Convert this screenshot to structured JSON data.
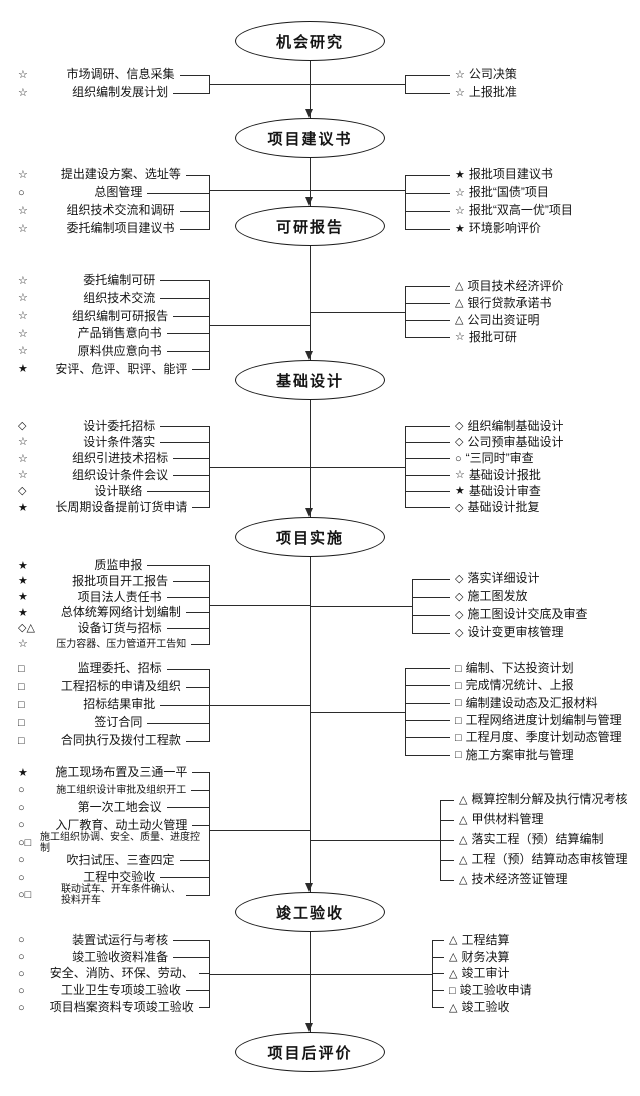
{
  "colors": {
    "line": "#2b2b2b",
    "text": "#141414",
    "background": "#ffffff"
  },
  "diagram": {
    "nodes": [
      {
        "label": "机会研究"
      },
      {
        "label": "项目建议书"
      },
      {
        "label": "可研报告"
      },
      {
        "label": "基础设计"
      },
      {
        "label": "项目实施"
      },
      {
        "label": "竣工验收"
      },
      {
        "label": "项目后评价"
      }
    ],
    "groups": {
      "s1l": {
        "items": [
          {
            "sym": "☆",
            "label": "市场调研、信息采集"
          },
          {
            "sym": "☆",
            "label": "组织编制发展计划"
          }
        ]
      },
      "s1r": {
        "items": [
          {
            "sym": "☆",
            "label": "公司决策"
          },
          {
            "sym": "☆",
            "label": "上报批准"
          }
        ]
      },
      "s2l": {
        "items": [
          {
            "sym": "☆",
            "label": "提出建设方案、选址等"
          },
          {
            "sym": "○",
            "label": "总图管理"
          },
          {
            "sym": "☆",
            "label": "组织技术交流和调研"
          },
          {
            "sym": "☆",
            "label": "委托编制项目建议书"
          }
        ]
      },
      "s2r": {
        "items": [
          {
            "sym": "★",
            "label": "报批项目建议书"
          },
          {
            "sym": "☆",
            "label": "报批“国债”项目"
          },
          {
            "sym": "☆",
            "label": "报批“双高一优”项目"
          },
          {
            "sym": "★",
            "label": "环境影响评价"
          }
        ]
      },
      "s3l": {
        "items": [
          {
            "sym": "☆",
            "label": "委托编制可研"
          },
          {
            "sym": "☆",
            "label": "组织技术交流"
          },
          {
            "sym": "☆",
            "label": "组织编制可研报告"
          },
          {
            "sym": "☆",
            "label": "产品销售意向书"
          },
          {
            "sym": "☆",
            "label": "原料供应意向书"
          },
          {
            "sym": "★",
            "label": "安评、危评、职评、能评"
          }
        ]
      },
      "s3r": {
        "items": [
          {
            "sym": "△",
            "label": "项目技术经济评价"
          },
          {
            "sym": "△",
            "label": "银行贷款承诺书"
          },
          {
            "sym": "△",
            "label": "公司出资证明"
          },
          {
            "sym": "☆",
            "label": "报批可研"
          }
        ]
      },
      "s4l": {
        "items": [
          {
            "sym": "◇",
            "label": "设计委托招标"
          },
          {
            "sym": "☆",
            "label": "设计条件落实"
          },
          {
            "sym": "☆",
            "label": "组织引进技术招标"
          },
          {
            "sym": "☆",
            "label": "组织设计条件会议"
          },
          {
            "sym": "◇",
            "label": "设计联络"
          },
          {
            "sym": "★",
            "label": "长周期设备提前订货申请"
          }
        ]
      },
      "s4r": {
        "items": [
          {
            "sym": "◇",
            "label": "组织编制基础设计"
          },
          {
            "sym": "◇",
            "label": "公司预审基础设计"
          },
          {
            "sym": "○",
            "label": "“三同时”审查"
          },
          {
            "sym": "☆",
            "label": "基础设计报批"
          },
          {
            "sym": "★",
            "label": "基础设计审查"
          },
          {
            "sym": "◇",
            "label": "基础设计批复"
          }
        ]
      },
      "s5l1": {
        "items": [
          {
            "sym": "★",
            "label": "质监申报"
          },
          {
            "sym": "★",
            "label": "报批项目开工报告"
          },
          {
            "sym": "★",
            "label": "项目法人责任书"
          },
          {
            "sym": "★",
            "label": "总体统筹网络计划编制"
          },
          {
            "sym": "◇△",
            "label": "设备订货与招标"
          },
          {
            "sym": "☆",
            "label": "压力容器、压力管道开工告知",
            "small": true
          }
        ]
      },
      "s5r1": {
        "items": [
          {
            "sym": "◇",
            "label": "落实详细设计"
          },
          {
            "sym": "◇",
            "label": "施工图发放"
          },
          {
            "sym": "◇",
            "label": "施工图设计交底及审查"
          },
          {
            "sym": "◇",
            "label": "设计变更审核管理"
          }
        ]
      },
      "s5l2": {
        "items": [
          {
            "sym": "□",
            "label": "监理委托、招标"
          },
          {
            "sym": "□",
            "label": "工程招标的申请及组织"
          },
          {
            "sym": "□",
            "label": "招标结果审批"
          },
          {
            "sym": "□",
            "label": "签订合同"
          },
          {
            "sym": "□",
            "label": "合同执行及拨付工程款"
          }
        ]
      },
      "s5r2": {
        "items": [
          {
            "sym": "□",
            "label": "编制、下达投资计划"
          },
          {
            "sym": "□",
            "label": "完成情况统计、上报"
          },
          {
            "sym": "□",
            "label": "编制建设动态及汇报材料"
          },
          {
            "sym": "□",
            "label": "工程网络进度计划编制与管理"
          },
          {
            "sym": "□",
            "label": "工程月度、季度计划动态管理"
          },
          {
            "sym": "□",
            "label": "施工方案审批与管理"
          }
        ]
      },
      "s5l3": {
        "items": [
          {
            "sym": "★",
            "label": "施工现场布置及三通一平"
          },
          {
            "sym": "○",
            "label": "施工组织设计审批及组织开工",
            "small": true
          },
          {
            "sym": "○",
            "label": "第一次工地会议"
          },
          {
            "sym": "○",
            "label": "入厂教育、动土动火管理"
          },
          {
            "sym": "○□",
            "label": "施工组织协调、安全、质量、进度控制",
            "small": true
          },
          {
            "sym": "○",
            "label": "吹扫试压、三查四定"
          },
          {
            "sym": "○",
            "label": "工程中交验收"
          },
          {
            "sym": "○□",
            "label": "联动试车、开车条件确认、\n投料开车",
            "small": true
          }
        ]
      },
      "s5r3": {
        "items": [
          {
            "sym": "△",
            "label": "概算控制分解及执行情况考核"
          },
          {
            "sym": "△",
            "label": "甲供材料管理"
          },
          {
            "sym": "△",
            "label": "落实工程（预）结算编制"
          },
          {
            "sym": "△",
            "label": "工程（预）结算动态审核管理"
          },
          {
            "sym": "△",
            "label": "技术经济签证管理"
          }
        ]
      },
      "s6l": {
        "items": [
          {
            "sym": "○",
            "label": "装置试运行与考核"
          },
          {
            "sym": "○",
            "label": "竣工验收资料准备"
          },
          {
            "sym": "○",
            "label": "安全、消防、环保、劳动、"
          },
          {
            "sym": "○",
            "label": "工业卫生专项竣工验收"
          },
          {
            "sym": "○",
            "label": "项目档案资料专项竣工验收"
          }
        ]
      },
      "s6r": {
        "items": [
          {
            "sym": "△",
            "label": "工程结算"
          },
          {
            "sym": "△",
            "label": "财务决算"
          },
          {
            "sym": "△",
            "label": "竣工审计"
          },
          {
            "sym": "□",
            "label": "竣工验收申请"
          },
          {
            "sym": "△",
            "label": "竣工验收"
          }
        ]
      }
    }
  }
}
